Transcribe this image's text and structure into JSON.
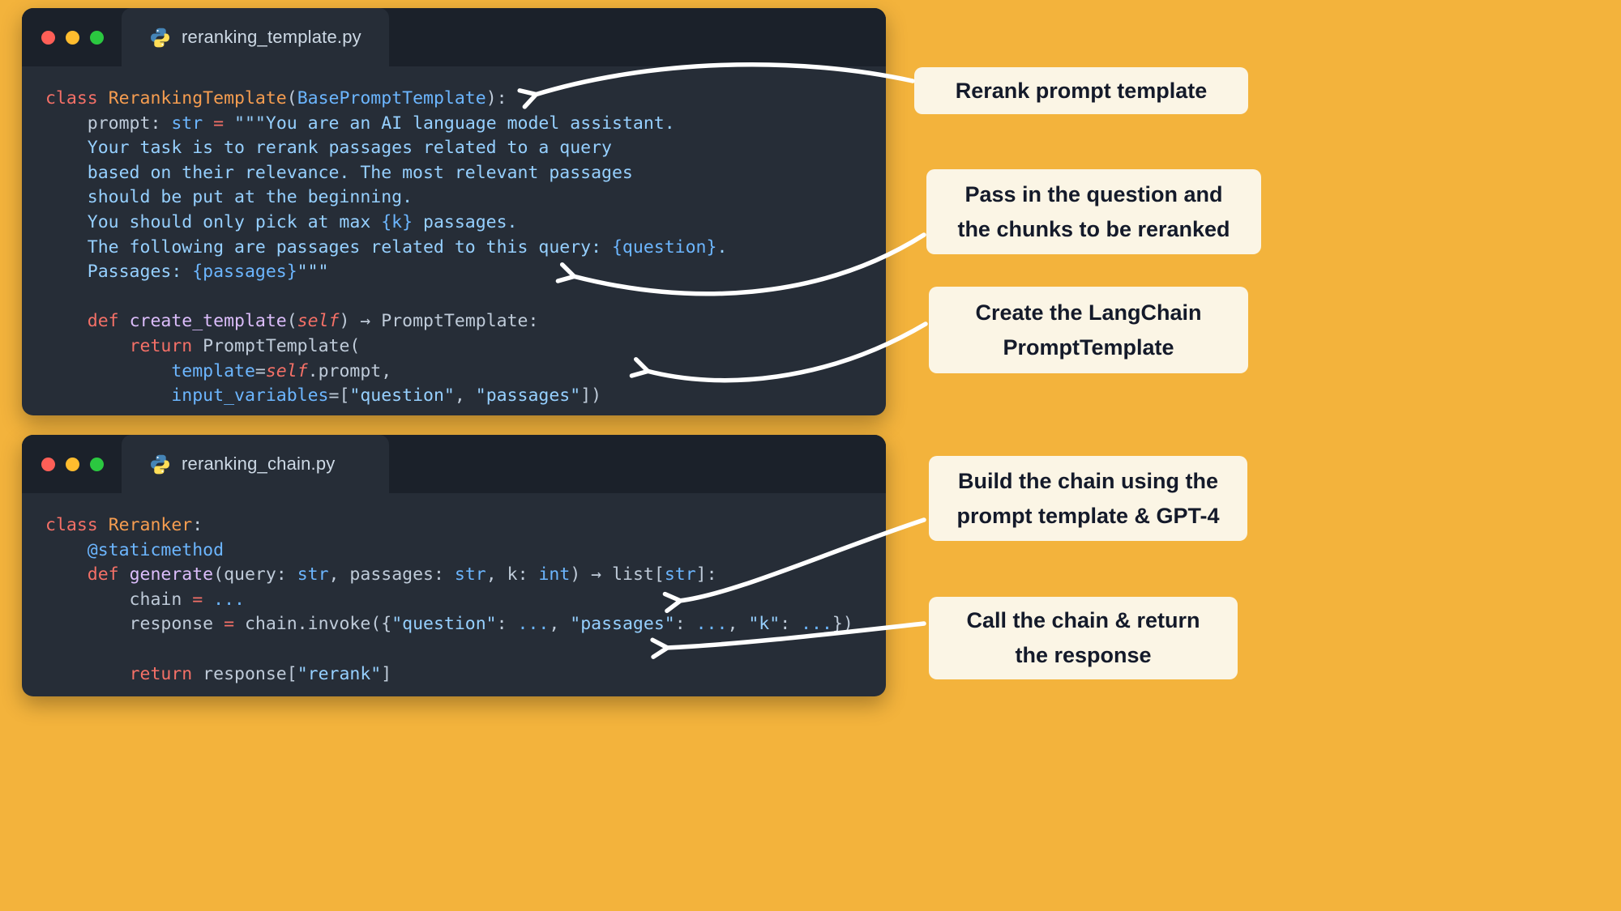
{
  "colors": {
    "background": "#F3B33C",
    "window_body": "#262D37",
    "window_header": "#1B212A",
    "callout_bg": "#FBF5E5",
    "callout_text": "#141A2A",
    "arrow": "#FFFFFF",
    "traffic_red": "#FF5F57",
    "traffic_yellow": "#FEBC2E",
    "traffic_green": "#2BC840",
    "syntax_keyword": "#F47067",
    "syntax_class": "#F69D50",
    "syntax_builtin": "#6CB6FF",
    "syntax_string": "#96D0FF",
    "syntax_text": "#BFCBD9",
    "syntax_function": "#DCBDFB"
  },
  "windows": [
    {
      "filename": "reranking_template.py",
      "icon": "python-logo",
      "code": [
        [
          {
            "t": "class",
            "c": "k"
          },
          {
            "t": " ",
            "c": "t"
          },
          {
            "t": "RerankingTemplate",
            "c": "c"
          },
          {
            "t": "(",
            "c": "t"
          },
          {
            "t": "BasePromptTemplate",
            "c": "b"
          },
          {
            "t": "):",
            "c": "t"
          }
        ],
        [
          {
            "t": "    prompt: ",
            "c": "t"
          },
          {
            "t": "str",
            "c": "b"
          },
          {
            "t": " ",
            "c": "t"
          },
          {
            "t": "=",
            "c": "k"
          },
          {
            "t": " ",
            "c": "t"
          },
          {
            "t": "\"\"\"You are an AI language model assistant.",
            "c": "s"
          }
        ],
        [
          {
            "t": "    Your task is to rerank passages related to a query",
            "c": "s"
          }
        ],
        [
          {
            "t": "    based on their relevance. The most relevant passages",
            "c": "s"
          }
        ],
        [
          {
            "t": "    should be put at the beginning.",
            "c": "s"
          }
        ],
        [
          {
            "t": "    You should only pick at max ",
            "c": "s"
          },
          {
            "t": "{k}",
            "c": "b"
          },
          {
            "t": " passages.",
            "c": "s"
          }
        ],
        [
          {
            "t": "    The following are passages related to this query: ",
            "c": "s"
          },
          {
            "t": "{question}",
            "c": "b"
          },
          {
            "t": ".",
            "c": "s"
          }
        ],
        [
          {
            "t": "    Passages: ",
            "c": "s"
          },
          {
            "t": "{passages}",
            "c": "b"
          },
          {
            "t": "\"\"\"",
            "c": "s"
          }
        ],
        [],
        [
          {
            "t": "    ",
            "c": "t"
          },
          {
            "t": "def",
            "c": "k"
          },
          {
            "t": " ",
            "c": "t"
          },
          {
            "t": "create_template",
            "c": "f"
          },
          {
            "t": "(",
            "c": "t"
          },
          {
            "t": "self",
            "c": "i"
          },
          {
            "t": ") ",
            "c": "t"
          },
          {
            "t": "→ PromptTemplate:",
            "c": "t"
          }
        ],
        [
          {
            "t": "        ",
            "c": "t"
          },
          {
            "t": "return",
            "c": "k"
          },
          {
            "t": " PromptTemplate(",
            "c": "t"
          }
        ],
        [
          {
            "t": "            ",
            "c": "t"
          },
          {
            "t": "template",
            "c": "b"
          },
          {
            "t": "=",
            "c": "t"
          },
          {
            "t": "self",
            "c": "i"
          },
          {
            "t": ".prompt,",
            "c": "t"
          }
        ],
        [
          {
            "t": "            ",
            "c": "t"
          },
          {
            "t": "input_variables",
            "c": "b"
          },
          {
            "t": "=[",
            "c": "t"
          },
          {
            "t": "\"question\"",
            "c": "s"
          },
          {
            "t": ", ",
            "c": "t"
          },
          {
            "t": "\"passages\"",
            "c": "s"
          },
          {
            "t": "])",
            "c": "t"
          }
        ]
      ]
    },
    {
      "filename": "reranking_chain.py",
      "icon": "python-logo",
      "code": [
        [
          {
            "t": "class",
            "c": "k"
          },
          {
            "t": " ",
            "c": "t"
          },
          {
            "t": "Reranker",
            "c": "c"
          },
          {
            "t": ":",
            "c": "t"
          }
        ],
        [
          {
            "t": "    ",
            "c": "t"
          },
          {
            "t": "@staticmethod",
            "c": "b"
          }
        ],
        [
          {
            "t": "    ",
            "c": "t"
          },
          {
            "t": "def",
            "c": "k"
          },
          {
            "t": " ",
            "c": "t"
          },
          {
            "t": "generate",
            "c": "f"
          },
          {
            "t": "(query: ",
            "c": "t"
          },
          {
            "t": "str",
            "c": "b"
          },
          {
            "t": ", passages: ",
            "c": "t"
          },
          {
            "t": "str",
            "c": "b"
          },
          {
            "t": ", k: ",
            "c": "t"
          },
          {
            "t": "int",
            "c": "b"
          },
          {
            "t": ") → list[",
            "c": "t"
          },
          {
            "t": "str",
            "c": "b"
          },
          {
            "t": "]:",
            "c": "t"
          }
        ],
        [
          {
            "t": "        chain ",
            "c": "t"
          },
          {
            "t": "=",
            "c": "k"
          },
          {
            "t": " ",
            "c": "t"
          },
          {
            "t": "...",
            "c": "b"
          }
        ],
        [
          {
            "t": "        response ",
            "c": "t"
          },
          {
            "t": "=",
            "c": "k"
          },
          {
            "t": " chain.invoke({",
            "c": "t"
          },
          {
            "t": "\"question\"",
            "c": "s"
          },
          {
            "t": ": ",
            "c": "t"
          },
          {
            "t": "...",
            "c": "b"
          },
          {
            "t": ", ",
            "c": "t"
          },
          {
            "t": "\"passages\"",
            "c": "s"
          },
          {
            "t": ": ",
            "c": "t"
          },
          {
            "t": "...",
            "c": "b"
          },
          {
            "t": ", ",
            "c": "t"
          },
          {
            "t": "\"k\"",
            "c": "s"
          },
          {
            "t": ": ",
            "c": "t"
          },
          {
            "t": "...",
            "c": "b"
          },
          {
            "t": "})",
            "c": "t"
          }
        ],
        [],
        [
          {
            "t": "        ",
            "c": "t"
          },
          {
            "t": "return",
            "c": "k"
          },
          {
            "t": " response[",
            "c": "t"
          },
          {
            "t": "\"rerank\"",
            "c": "s"
          },
          {
            "t": "]",
            "c": "t"
          }
        ]
      ]
    }
  ],
  "callouts": [
    {
      "text": "Rerank prompt template"
    },
    {
      "text": "Pass in the question and\nthe chunks to be reranked"
    },
    {
      "text": "Create the LangChain\nPromptTemplate"
    },
    {
      "text": "Build the chain using the\nprompt template & GPT-4"
    },
    {
      "text": "Call the chain & return\nthe response"
    }
  ]
}
